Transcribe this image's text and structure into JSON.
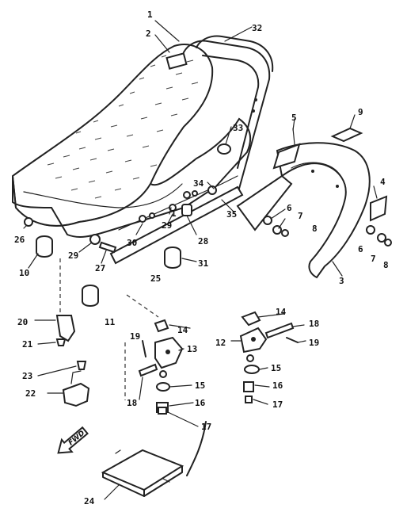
{
  "diagram": {
    "callouts": [
      {
        "id": "1",
        "label": "1"
      },
      {
        "id": "2",
        "label": "2"
      },
      {
        "id": "32",
        "label": "32"
      },
      {
        "id": "5",
        "label": "5"
      },
      {
        "id": "9",
        "label": "9"
      },
      {
        "id": "33",
        "label": "33"
      },
      {
        "id": "4",
        "label": "4"
      },
      {
        "id": "34",
        "label": "34"
      },
      {
        "id": "6a",
        "label": "6"
      },
      {
        "id": "7a",
        "label": "7"
      },
      {
        "id": "8a",
        "label": "8"
      },
      {
        "id": "35",
        "label": "35"
      },
      {
        "id": "1b",
        "label": "1"
      },
      {
        "id": "29a",
        "label": "29"
      },
      {
        "id": "26",
        "label": "26"
      },
      {
        "id": "30",
        "label": "30"
      },
      {
        "id": "28",
        "label": "28"
      },
      {
        "id": "6b",
        "label": "6"
      },
      {
        "id": "7b",
        "label": "7"
      },
      {
        "id": "8b",
        "label": "8"
      },
      {
        "id": "10",
        "label": "10"
      },
      {
        "id": "29b",
        "label": "29"
      },
      {
        "id": "27",
        "label": "27"
      },
      {
        "id": "31",
        "label": "31"
      },
      {
        "id": "3",
        "label": "3"
      },
      {
        "id": "25",
        "label": "25"
      },
      {
        "id": "14a",
        "label": "14"
      },
      {
        "id": "20",
        "label": "20"
      },
      {
        "id": "11",
        "label": "11"
      },
      {
        "id": "18a",
        "label": "18"
      },
      {
        "id": "14b",
        "label": "14"
      },
      {
        "id": "12",
        "label": "12"
      },
      {
        "id": "19a",
        "label": "19"
      },
      {
        "id": "21",
        "label": "21"
      },
      {
        "id": "19b",
        "label": "19"
      },
      {
        "id": "13",
        "label": "13"
      },
      {
        "id": "15a",
        "label": "15"
      },
      {
        "id": "23",
        "label": "23"
      },
      {
        "id": "16a",
        "label": "16"
      },
      {
        "id": "22",
        "label": "22"
      },
      {
        "id": "15b",
        "label": "15"
      },
      {
        "id": "18b",
        "label": "18"
      },
      {
        "id": "16b",
        "label": "16"
      },
      {
        "id": "17a",
        "label": "17"
      },
      {
        "id": "17b",
        "label": "17"
      },
      {
        "id": "24",
        "label": "24"
      }
    ],
    "direction_arrow": {
      "label": "FWD"
    }
  }
}
